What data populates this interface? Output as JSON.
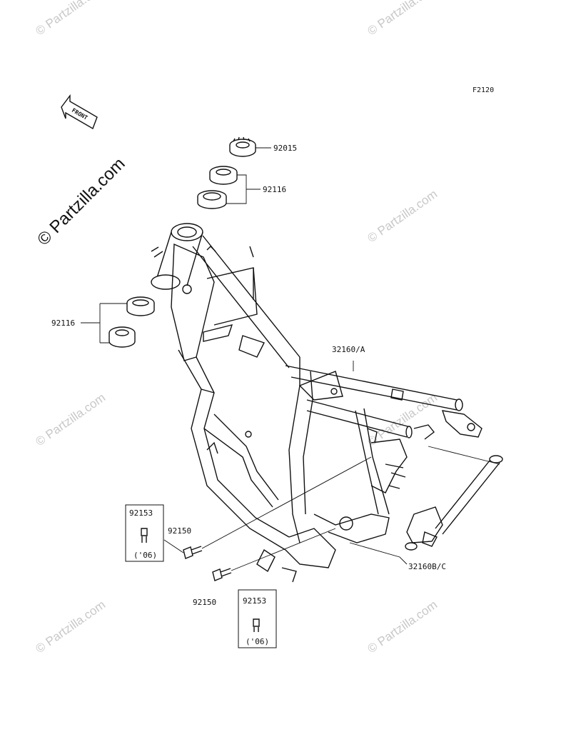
{
  "figure_code": "F2120",
  "front_label": "FRONT",
  "watermark": {
    "text": "© Partzilla.com",
    "main_text": "© Partzilla.com"
  },
  "parts": [
    {
      "id": "p92015",
      "number": "92015"
    },
    {
      "id": "p92116a",
      "number": "92116"
    },
    {
      "id": "p92116b",
      "number": "92116"
    },
    {
      "id": "p32160a",
      "number": "32160/A"
    },
    {
      "id": "p32160bc",
      "number": "32160B/C"
    },
    {
      "id": "p92150a",
      "number": "92150"
    },
    {
      "id": "p92150b",
      "number": "92150"
    }
  ],
  "insets": [
    {
      "id": "inset1",
      "number": "92153",
      "note": "('06)"
    },
    {
      "id": "inset2",
      "number": "92153",
      "note": "('06)"
    }
  ]
}
